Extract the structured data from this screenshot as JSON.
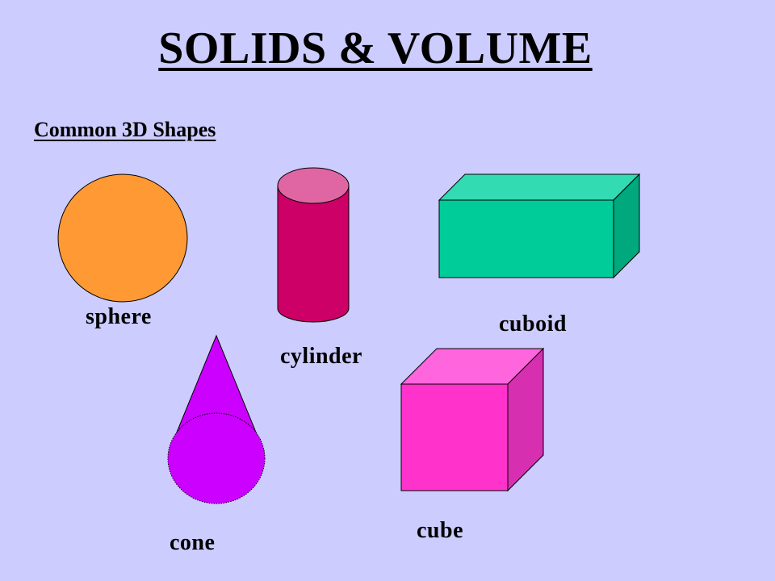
{
  "slide": {
    "title": "SOLIDS & VOLUME",
    "subtitle": "Common 3D Shapes"
  },
  "shapes": [
    {
      "id": "sphere",
      "label": "sphere",
      "color": "#ff9933"
    },
    {
      "id": "cylinder",
      "label": "cylinder",
      "color": "#cc0066",
      "top_color": "#e066a3"
    },
    {
      "id": "cuboid",
      "label": "cuboid",
      "color": "#00cc99",
      "top_color": "#33dbb3",
      "side_color": "#00a87e"
    },
    {
      "id": "cone",
      "label": "cone",
      "color": "#cc00ff"
    },
    {
      "id": "cube",
      "label": "cube",
      "color": "#ff33cc",
      "top_color": "#ff66dd",
      "side_color": "#d62fb0"
    }
  ],
  "colors": {
    "background": "#ccccff"
  }
}
